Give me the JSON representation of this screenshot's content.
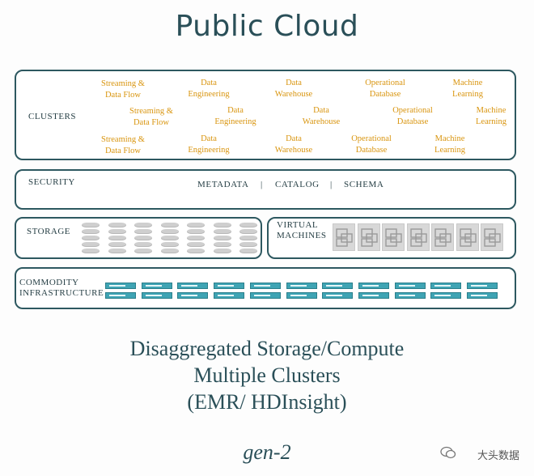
{
  "title": "Public Cloud",
  "clusters": {
    "label": "CLUSTERS",
    "rows": [
      [
        "Streaming &\nData Flow",
        "Data\nEngineering",
        "Data\nWarehouse",
        "Operational\nDatabase",
        "Machine\nLearning"
      ],
      [
        "Streaming &\nData Flow",
        "Data\nEngineering",
        "Data\nWarehouse",
        "Operational\nDatabase",
        "Machine\nLearning"
      ],
      [
        "Streaming &\nData Flow",
        "Data\nEngineering",
        "Data\nWarehouse",
        "Operational\nDatabase",
        "Machine\nLearning"
      ]
    ]
  },
  "security": {
    "label": "SECURITY",
    "items": [
      "METADATA",
      "CATALOG",
      "SCHEMA"
    ],
    "separator": "|"
  },
  "storage": {
    "label": "STORAGE",
    "disk_count": 7
  },
  "virtual_machines": {
    "label": "VIRTUAL\nMACHINES",
    "vm_count": 7
  },
  "infrastructure": {
    "label": "COMMODITY\nINFRASTRUCTURE",
    "node_columns": 11
  },
  "caption": {
    "line1": "Disaggregated Storage/Compute",
    "line2": "Multiple Clusters",
    "line3": "(EMR/ HDInsight)"
  },
  "generation": "gen-2",
  "watermark": "大头数据",
  "colors": {
    "accent": "#2d5860",
    "service_text": "#d9950f",
    "node": "#3fa4b4"
  }
}
